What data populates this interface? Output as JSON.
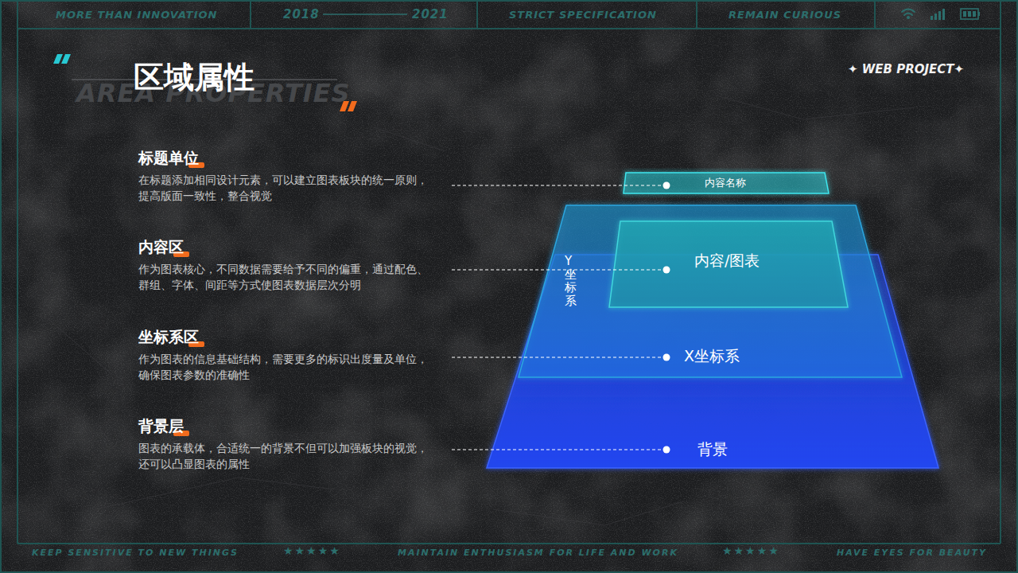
{
  "diagram": {
    "title": "区域属性",
    "nodes": [
      {
        "text": [
          "内容名称"
        ]
      },
      {
        "text": [
          "Y坐标系",
          "X坐标系"
        ]
      },
      {
        "text": [
          "内容/图表"
        ],
        "in": 1
      },
      {
        "text": [
          "背景"
        ]
      }
    ],
    "labels": [
      "MORE THAN INNOVATION",
      "2018",
      "2021",
      "STRICT SPECIFICATION",
      "REMAIN CURIOUS",
      "AREA PROPERTIES",
      "✦ WEB PROJECT✦",
      "标题单位",
      "在标题添加相同设计元素，可以建立图表板块的统一原则，提高版面一致性，整合视觉",
      "内容区",
      "作为图表核心，不同数据需要给予不同的偏重，通过配色、群组、字体、间距等方式使图表数据层次分明",
      "坐标系区",
      "作为图表的信息基础结构，需要更多的标识出度量及单位，确保图表参数的准确性",
      "背景层",
      "图表的承载体，合适统一的背景不但可以加强板块的视觉，还可以凸显图表的属性",
      "KEEP SENSITIVE TO NEW THINGS",
      "★★★★★",
      "MAINTAIN ENTHUSIASM FOR LIFE AND WORK",
      "★★★★★",
      "HAVE EYES FOR BEAUTY"
    ]
  }
}
